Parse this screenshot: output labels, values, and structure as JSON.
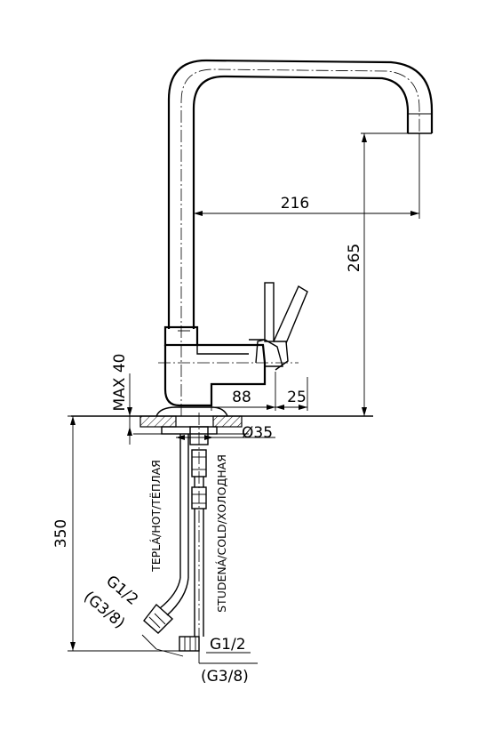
{
  "dimensions": {
    "spout_reach": "216",
    "spout_height": "265",
    "max_deck": "MAX  40",
    "lever_offset": "88",
    "lever_gap": "25",
    "hole_diameter": "Ø35",
    "hose_length": "350",
    "thread_hot": "G1/2",
    "thread_hot_alt": "(G3/8)",
    "thread_cold": "G1/2",
    "thread_cold_alt": "(G3/8)"
  },
  "hose_labels": {
    "hot": "TEPLÁ/HOT/ТЁПЛАЯ",
    "cold": "STUDENÁ/COLD/ХОЛОДНАЯ"
  }
}
